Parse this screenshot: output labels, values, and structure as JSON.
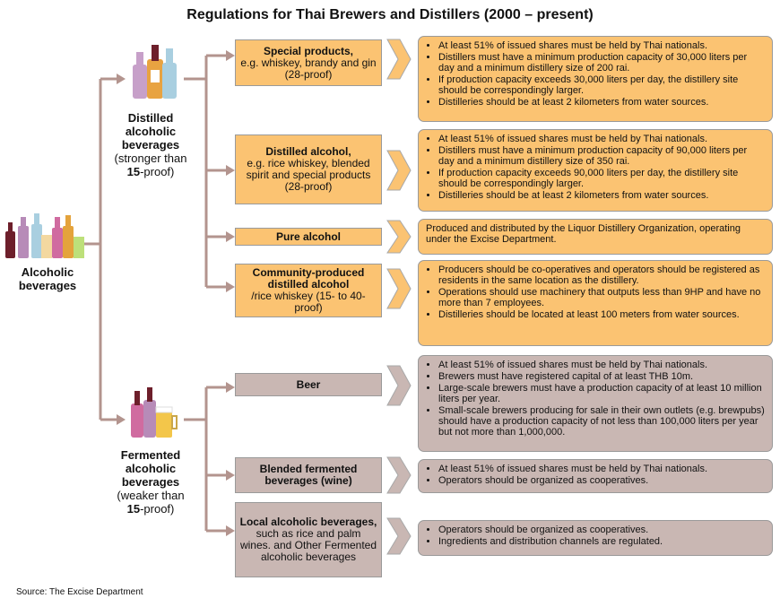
{
  "title": "Regulations for Thai Brewers and Distillers (2000 – present)",
  "root": {
    "label_line1": "Alcoholic",
    "label_line2": "beverages"
  },
  "distilled": {
    "line1": "Distilled",
    "line2": "alcoholic",
    "line3": "beverages",
    "line4": "(stronger than",
    "bold_num": "15",
    "line5_suffix": "-proof)"
  },
  "fermented": {
    "line1": "Fermented",
    "line2": "alcoholic",
    "line3": "beverages",
    "line4": "(weaker than",
    "bold_num": "15",
    "line5_suffix": "-proof)"
  },
  "categories": {
    "special": {
      "bold": "Special products,",
      "rest": "e.g. whiskey, brandy and gin (28-proof)"
    },
    "distilled_alcohol": {
      "bold": "Distilled alcohol,",
      "rest": "e.g. rice whiskey, blended spirit and special products (28-proof)"
    },
    "pure": {
      "bold": "Pure alcohol",
      "rest": ""
    },
    "community": {
      "bold": "Community-produced distilled alcohol",
      "rest": "/rice whiskey (15- to 40-proof)"
    },
    "beer": {
      "bold": "Beer",
      "rest": ""
    },
    "blended": {
      "bold": "Blended fermented beverages (wine)",
      "rest": ""
    },
    "local": {
      "bold": "Local alcoholic beverages,",
      "rest": "such as rice and palm wines. and Other Fermented alcoholic beverages"
    }
  },
  "details": {
    "special": [
      "At least 51% of issued shares must be held by Thai nationals.",
      "Distillers must have a minimum production capacity of 30,000 liters per day and a minimum distillery size of 200 rai.",
      "If production capacity exceeds 30,000 liters per day, the distillery site should be correspondingly larger.",
      "Distilleries should be at least 2 kilometers from water sources."
    ],
    "distilled_alcohol": [
      "At least 51% of issued shares must be held by Thai nationals.",
      "Distillers must have a minimum production capacity of 90,000 liters per day and a minimum distillery size of 350 rai.",
      "If production capacity exceeds 90,000 liters per day, the distillery site should be correspondingly larger.",
      "Distilleries should be at least 2 kilometers from water sources."
    ],
    "pure": "Produced and distributed by the Liquor Distillery Organization, operating under the Excise Department.",
    "community": [
      "Producers should be co-operatives and operators should be registered as residents in the same location as the distillery.",
      "Operations should use machinery that outputs less than 9HP and have no more than 7 employees.",
      "Distilleries should be located at least 100 meters from water sources."
    ],
    "beer": [
      "At least 51% of issued shares must be held by Thai nationals.",
      "Brewers must have registered capital of at least THB 10m.",
      "Large-scale brewers must have a production capacity of at least 10 million liters per year.",
      "Small-scale brewers producing for sale in their own outlets (e.g. brewpubs) should have a production capacity of not less than 100,000 liters per year but not more than 1,000,000."
    ],
    "blended": [
      "At least 51% of issued shares must be held by Thai nationals.",
      "Operators should be organized as cooperatives."
    ],
    "local": [
      "Operators should be organized as cooperatives.",
      "Ingredients and distribution channels are regulated."
    ]
  },
  "source": "Source: The Excise Department",
  "icons": [
    "bottles-icon",
    "spirits-bottles-icon",
    "wine-beer-icon"
  ],
  "colors": {
    "orange": "#fbc372",
    "mauve": "#c9b7b3",
    "connector": "#b3948e"
  }
}
